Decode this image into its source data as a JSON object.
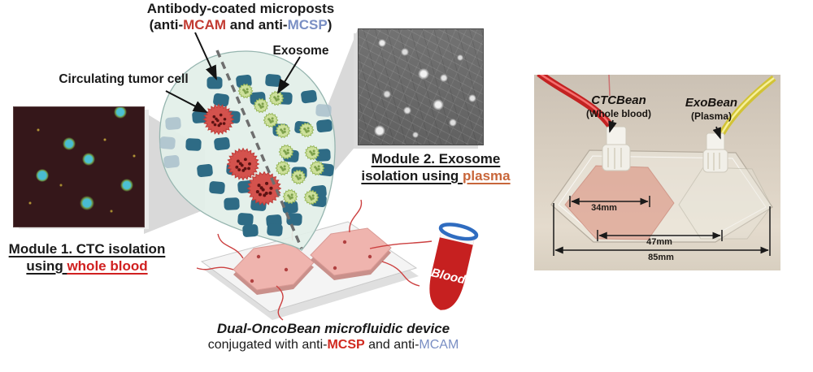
{
  "figure": {
    "antibody_label": {
      "line1": "Antibody-coated microposts",
      "open": "(anti-",
      "mcam": "MCAM",
      "mid": " and anti-",
      "mcsp": "MCSP",
      "close": ")"
    },
    "exosome_label": "Exosome",
    "ctc_label": "Circulating tumor cell",
    "module1": {
      "line1": "Module 1. CTC isolation",
      "line2_prefix": "using ",
      "line2_highlight": "whole blood"
    },
    "module2": {
      "line1": "Module 2. Exosome",
      "line2_prefix": "isolation using ",
      "line2_highlight": "plasma"
    },
    "caption": {
      "line1": "Dual-OncoBean microfluidic device",
      "line2_prefix": "conjugated with anti-",
      "mcsp": "MCSP",
      "mid": " and anti-",
      "mcam": "MCAM"
    },
    "blood_tube_label": "Blood"
  },
  "device_photo": {
    "ctcbean_title": "CTCBean",
    "ctcbean_sub": "(Whole blood)",
    "exobean_title": "ExoBean",
    "exobean_sub": "(Plasma)",
    "dim_left_bean": "34mm",
    "dim_right_bean": "47mm",
    "dim_total": "85mm"
  },
  "colors": {
    "mcam_red": "#c23b32",
    "mcsp_blue": "#7a8fc4",
    "whole_blood_red": "#d02020",
    "plasma_orange": "#c8663a",
    "caption_mcsp_red": "#d12a20",
    "micropost_teal": "#2e6b85",
    "ctc_red": "#d4524d",
    "exosome_green": "#cde09c",
    "droplet_mint": "#e2efe8",
    "blood_red": "#c62020",
    "tube_yellow": "#d2c335"
  }
}
